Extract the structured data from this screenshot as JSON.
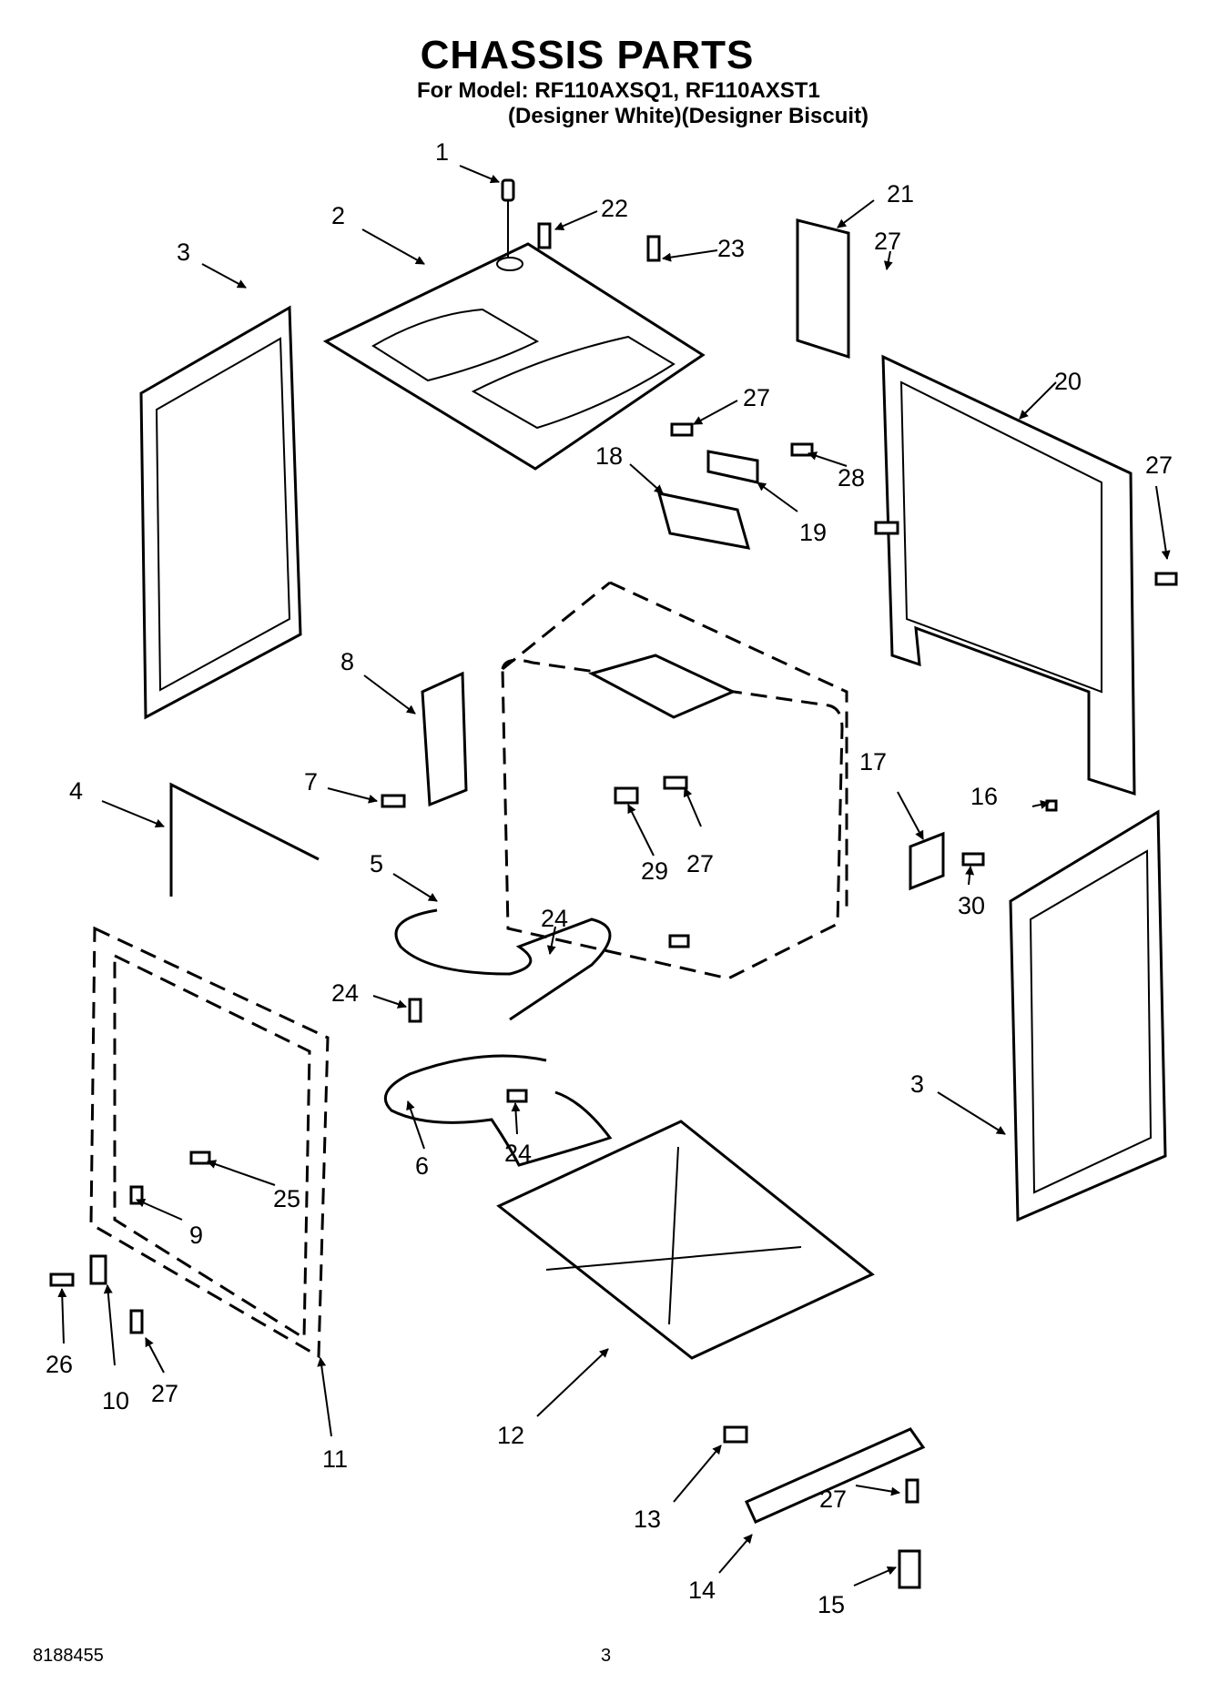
{
  "header": {
    "title": "CHASSIS PARTS",
    "model_line": "For Model: RF110AXSQ1, RF110AXST1",
    "variant_line": "(Designer White)(Designer Biscuit)"
  },
  "callouts": [
    {
      "id": "c1",
      "label": "1"
    },
    {
      "id": "c2",
      "label": "2"
    },
    {
      "id": "c3a",
      "label": "3"
    },
    {
      "id": "c22",
      "label": "22"
    },
    {
      "id": "c23",
      "label": "23"
    },
    {
      "id": "c21",
      "label": "21"
    },
    {
      "id": "c27a",
      "label": "27"
    },
    {
      "id": "c20",
      "label": "20"
    },
    {
      "id": "c27b",
      "label": "27"
    },
    {
      "id": "c18",
      "label": "18"
    },
    {
      "id": "c28",
      "label": "28"
    },
    {
      "id": "c19",
      "label": "19"
    },
    {
      "id": "c27c",
      "label": "27"
    },
    {
      "id": "c8",
      "label": "8"
    },
    {
      "id": "c7",
      "label": "7"
    },
    {
      "id": "c4",
      "label": "4"
    },
    {
      "id": "c5",
      "label": "5"
    },
    {
      "id": "c29",
      "label": "29"
    },
    {
      "id": "c27d",
      "label": "27"
    },
    {
      "id": "c17",
      "label": "17"
    },
    {
      "id": "c16",
      "label": "16"
    },
    {
      "id": "c30",
      "label": "30"
    },
    {
      "id": "c24a",
      "label": "24"
    },
    {
      "id": "c24b",
      "label": "24"
    },
    {
      "id": "c24c",
      "label": "24"
    },
    {
      "id": "c3b",
      "label": "3"
    },
    {
      "id": "c6",
      "label": "6"
    },
    {
      "id": "c25",
      "label": "25"
    },
    {
      "id": "c9",
      "label": "9"
    },
    {
      "id": "c26",
      "label": "26"
    },
    {
      "id": "c10",
      "label": "10"
    },
    {
      "id": "c27e",
      "label": "27"
    },
    {
      "id": "c11",
      "label": "11"
    },
    {
      "id": "c12",
      "label": "12"
    },
    {
      "id": "c13",
      "label": "13"
    },
    {
      "id": "c14",
      "label": "14"
    },
    {
      "id": "c27f",
      "label": "27"
    },
    {
      "id": "c15",
      "label": "15"
    }
  ],
  "footer": {
    "doc_number": "8188455",
    "page_number": "3"
  }
}
